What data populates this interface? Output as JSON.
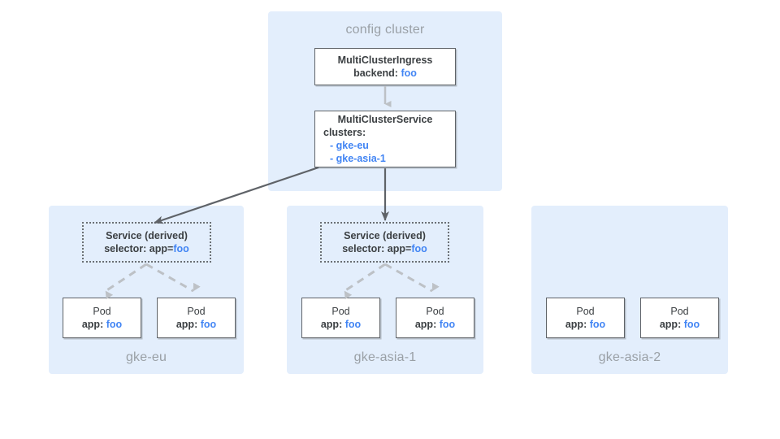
{
  "diagram": {
    "config_cluster": {
      "title": "config cluster",
      "nodes": {
        "mci": {
          "name": "MultiClusterIngress",
          "field_label": "backend:",
          "field_value": "foo"
        },
        "mcs": {
          "name": "MultiClusterService",
          "field_label": "clusters:",
          "values": [
            "- gke-eu",
            "- gke-asia-1"
          ]
        }
      }
    },
    "clusters": [
      {
        "id": "gke-eu",
        "label": "gke-eu",
        "service": {
          "title": "Service (derived)",
          "selector_label": "selector: app=",
          "selector_value": "foo"
        },
        "pods": [
          {
            "title": "Pod",
            "label": "app:",
            "value": "foo"
          },
          {
            "title": "Pod",
            "label": "app:",
            "value": "foo"
          }
        ]
      },
      {
        "id": "gke-asia-1",
        "label": "gke-asia-1",
        "service": {
          "title": "Service (derived)",
          "selector_label": "selector: app=",
          "selector_value": "foo"
        },
        "pods": [
          {
            "title": "Pod",
            "label": "app:",
            "value": "foo"
          },
          {
            "title": "Pod",
            "label": "app:",
            "value": "foo"
          }
        ]
      },
      {
        "id": "gke-asia-2",
        "label": "gke-asia-2",
        "service": null,
        "pods": [
          {
            "title": "Pod",
            "label": "app:",
            "value": "foo"
          },
          {
            "title": "Pod",
            "label": "app:",
            "value": "foo"
          }
        ]
      }
    ],
    "colors": {
      "panel_background": "#e3eefc",
      "accent_blue": "#4285f4",
      "text_dark": "#3c4043",
      "label_gray": "#9aa0a6",
      "border_gray": "#5f6368",
      "arrow_solid": "#5f6368",
      "arrow_light": "#bdc1c6"
    }
  }
}
